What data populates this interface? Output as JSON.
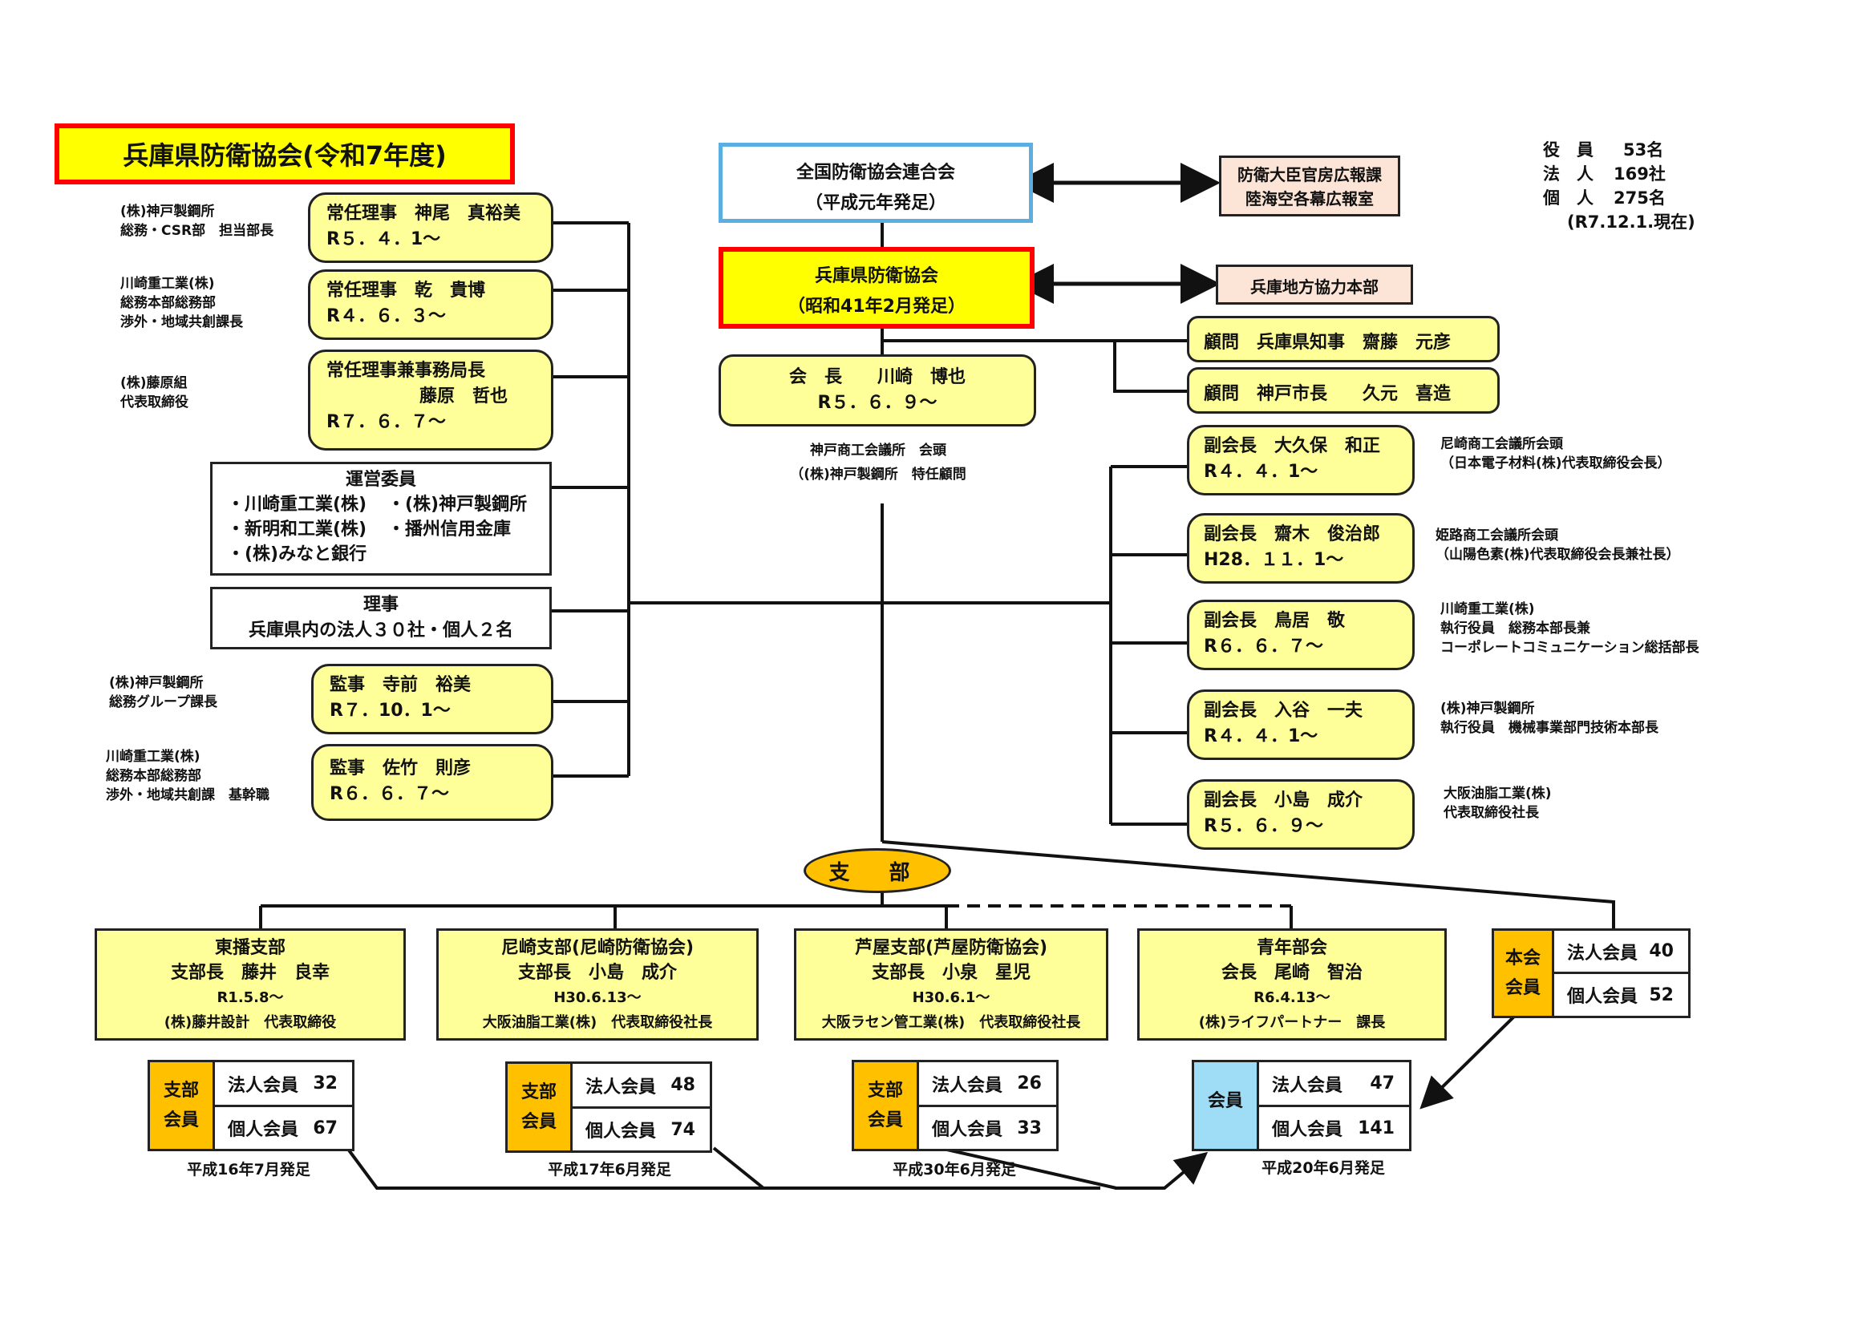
{
  "title": "兵庫県防衛協会(令和7年度)",
  "summary": {
    "rows": [
      {
        "label": "役　員",
        "value": "53名"
      },
      {
        "label": "法　人",
        "value": "169社"
      },
      {
        "label": "個　人",
        "value": "275名"
      }
    ],
    "as_of": "(R7.12.1.現在)"
  },
  "national": {
    "name": "全国防衛協会連合会",
    "founded": "（平成元年発足）"
  },
  "national_partner": {
    "line1": "防衛大臣官房広報課",
    "line2": "陸海空各幕広報室"
  },
  "prefecture": {
    "name": "兵庫県防衛協会",
    "founded": "（昭和41年2月発足）"
  },
  "prefecture_partner": {
    "name": "兵庫地方協力本部"
  },
  "president": {
    "line1": "会　長　　川崎　博也",
    "line2": "R５．６．９～",
    "note1": "神戸商工会議所　会頭",
    "note2": "（(株)神戸製鋼所　特任顧問"
  },
  "advisors": [
    {
      "text": "顧問　兵庫県知事　齋藤　元彦"
    },
    {
      "text": "顧問　神戸市長　　久元　喜造"
    }
  ],
  "vice_presidents": [
    {
      "line1": "副会長　大久保　和正",
      "line2": "R４．４．1～",
      "notes": [
        "尼崎商工会議所会頭",
        "（日本電子材料(株)代表取締役会長）"
      ]
    },
    {
      "line1": "副会長　齋木　俊治郎",
      "line2": "H28．１１．1～",
      "notes": [
        "姫路商工会議所会頭",
        "（山陽色素(株)代表取締役会長兼社長）"
      ]
    },
    {
      "line1": "副会長　鳥居　敬",
      "line2": "R６．６．７～",
      "notes": [
        "川崎重工業(株)",
        "執行役員　総務本部長兼",
        "コーポレートコミュニケーション総括部長"
      ]
    },
    {
      "line1": "副会長　入谷　一夫",
      "line2": "R４．４．1～",
      "notes": [
        "(株)神戸製鋼所",
        "執行役員　機械事業部門技術本部長"
      ]
    },
    {
      "line1": "副会長　小島　成介",
      "line2": "R５．６．９～",
      "notes": [
        "大阪油脂工業(株)",
        "代表取締役社長"
      ]
    }
  ],
  "left_officers": [
    {
      "line1": "常任理事　神尾　真裕美",
      "line2": "R５．４．1～",
      "notes": [
        "(株)神戸製鋼所",
        "総務・CSR部　担当部長"
      ]
    },
    {
      "line1": "常任理事　乾　貴博",
      "line2": "R４．６．３～",
      "notes": [
        "川崎重工業(株)",
        "総務本部総務部",
        "渉外・地域共創課長"
      ]
    },
    {
      "line1": "常任理事兼事務局長",
      "line1b": "藤原　哲也",
      "line2": "R７．６．７～",
      "notes": [
        "(株)藤原組",
        "代表取締役"
      ]
    }
  ],
  "steering": {
    "title": "運営委員",
    "items": [
      "・川崎重工業(株)",
      "・(株)神戸製鋼所",
      "・新明和工業(株)",
      "・播州信用金庫",
      "・(株)みなと銀行"
    ]
  },
  "directors": {
    "title": "理事",
    "text": "兵庫県内の法人３０社・個人２名"
  },
  "auditors": [
    {
      "line1": "監事　寺前　裕美",
      "line2": "R７．10．1～",
      "notes": [
        "(株)神戸製鋼所",
        "総務グループ課長"
      ]
    },
    {
      "line1": "監事　佐竹　則彦",
      "line2": "R６．６．７～",
      "notes": [
        "川崎重工業(株)",
        "総務本部総務部",
        "渉外・地域共創課　基幹職"
      ]
    }
  ],
  "branch_hub": "支 部",
  "branches": [
    {
      "name": "東播支部",
      "head": "支部長　藤井　良幸",
      "date": "R1.5.8～",
      "org": "(株)藤井設計　代表取締役",
      "members": {
        "side": [
          "支部",
          "会員"
        ],
        "corp_label": "法人会員",
        "corp": "32",
        "indiv_label": "個人会員",
        "indiv": "67"
      },
      "founded": "平成16年7月発足"
    },
    {
      "name": "尼崎支部(尼崎防衛協会)",
      "head": "支部長　小島　成介",
      "date": "H30.6.13～",
      "org": "大阪油脂工業(株)　代表取締役社長",
      "members": {
        "side": [
          "支部",
          "会員"
        ],
        "corp_label": "法人会員",
        "corp": "48",
        "indiv_label": "個人会員",
        "indiv": "74"
      },
      "founded": "平成17年6月発足"
    },
    {
      "name": "芦屋支部(芦屋防衛協会)",
      "head": "支部長　小泉　星児",
      "date": "H30.6.1～",
      "org": "大阪ラセン管工業(株)　代表取締役社長",
      "members": {
        "side": [
          "支部",
          "会員"
        ],
        "corp_label": "法人会員",
        "corp": "26",
        "indiv_label": "個人会員",
        "indiv": "33"
      },
      "founded": "平成30年6月発足"
    },
    {
      "name": "青年部会",
      "head": "会長　尾崎　智治",
      "date": "R6.4.13～",
      "org": "(株)ライフパートナー　課長",
      "members": {
        "side": [
          "会員"
        ],
        "corp_label": "法人会員",
        "corp": "47",
        "indiv_label": "個人会員",
        "indiv": "141"
      },
      "founded": "平成20年6月発足"
    }
  ],
  "main_members": {
    "side": [
      "本会",
      "会員"
    ],
    "corp_label": "法人会員",
    "corp": "40",
    "indiv_label": "個人会員",
    "indiv": "52"
  },
  "colors": {
    "yellow": "#ffff00",
    "light_yellow": "#ffff99",
    "red": "#ff0000",
    "blue": "#5aaee0",
    "orange": "#ffc000",
    "sky": "#9fdcf5",
    "pink": "#fce4d6"
  }
}
